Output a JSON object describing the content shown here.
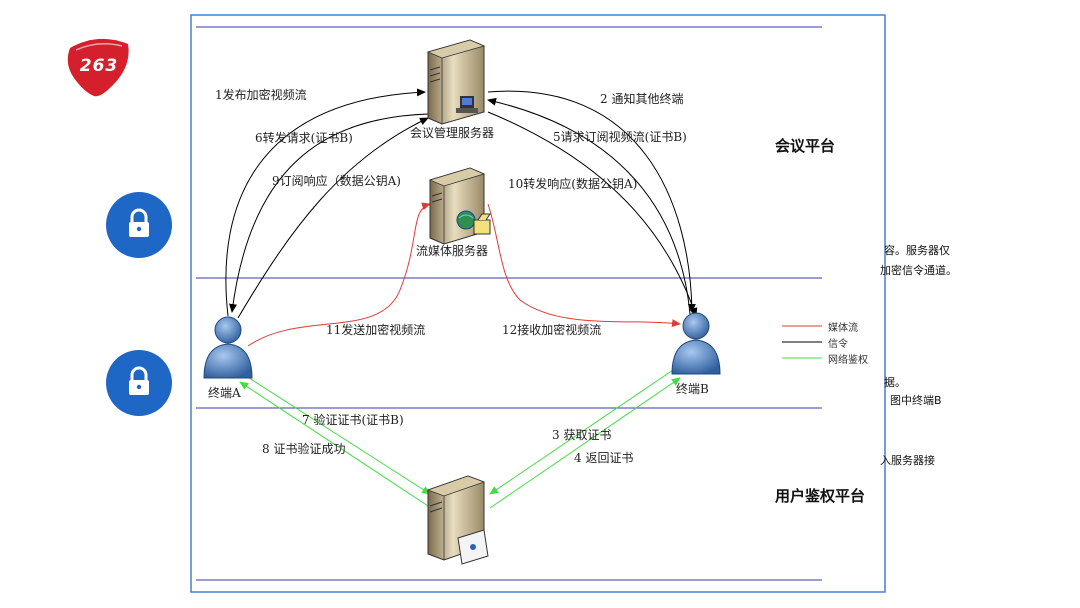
{
  "logo": {
    "text": "263"
  },
  "colors": {
    "media": "#e53935",
    "signal": "#000000",
    "auth": "#44dd44",
    "frame": "#4a7fd0",
    "divider": "#3a3aa8",
    "lock_bg": "#1f67c4",
    "logo_red": "#d4202c"
  },
  "nodes": {
    "conference_server": "会议管理服务器",
    "streaming_server": "流媒体服务器",
    "terminal_a": "终端A",
    "terminal_b": "终端B"
  },
  "platforms": {
    "conference": "会议平台",
    "auth": "用户鉴权平台"
  },
  "steps": {
    "s1": "1发布加密视频流",
    "s2": "2 通知其他终端",
    "s3": "3 获取证书",
    "s4": "4 返回证书",
    "s5": "5请求订阅视频流(证书B)",
    "s6": "6转发请求(证书B)",
    "s7": "7 验证证书(证书B)",
    "s8": "8 证书验证成功",
    "s9": "9订阅响应（数据公钥A)",
    "s10": "10转发响应(数据公钥A)",
    "s11": "11发送加密视频流",
    "s12": "12接收加密视频流"
  },
  "legend": {
    "media": "媒体流",
    "signal": "信令",
    "auth": "网络鉴权"
  },
  "side_text": {
    "t1": "容。服务器仅",
    "t2": "加密信令通道。",
    "t3": "据。",
    "t4": "图中终端B",
    "t5": "入服务器接"
  },
  "icons": [
    "lock-icon",
    "lock-icon",
    "server-icon",
    "server-icon",
    "server-icon",
    "user-icon",
    "user-icon"
  ]
}
